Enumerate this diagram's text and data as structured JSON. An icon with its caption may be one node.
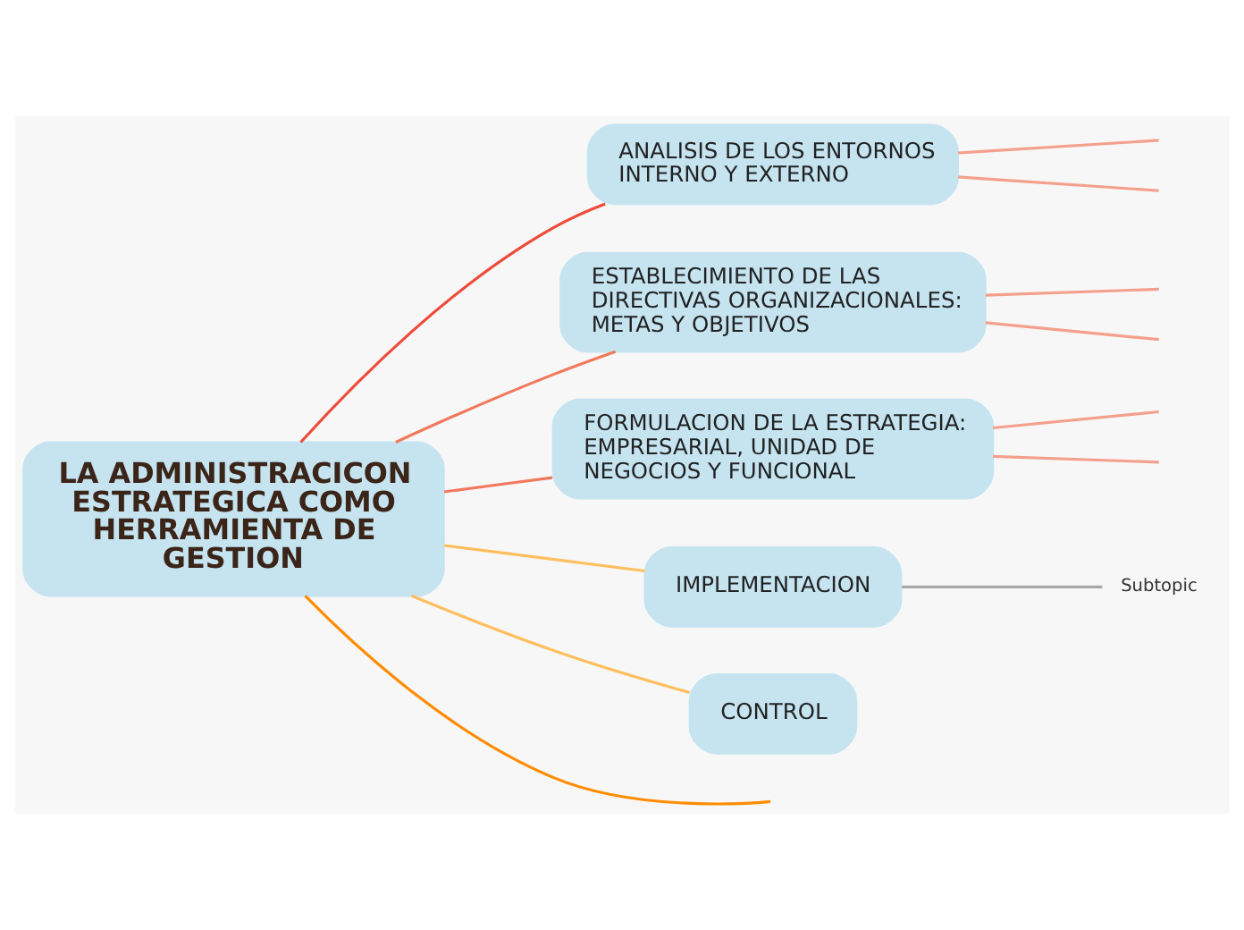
{
  "diagram": {
    "nodes": [
      {
        "text": [
          "LA ADMINISTRACICON ESTRATEGICA COMO HERRAMIENTA DE GESTION"
        ]
      },
      {
        "text": [
          "ANALISIS DE LOS ENTORNOS INTERNO Y EXTERNO"
        ]
      },
      {
        "text": [
          "ESTABLECIMIENTO DE LAS DIRECTIVAS ORGANIZACIONALES: METAS Y OBJETIVOS"
        ]
      },
      {
        "text": [
          "FORMULACION DE LA ESTRATEGIA: EMPRESARIAL, UNIDAD DE NEGOCIOS Y FUNCIONAL"
        ]
      },
      {
        "text": [
          "IMPLEMENTACION"
        ]
      },
      {
        "text": [
          "Subtopic"
        ]
      },
      {
        "text": [
          "CONTROL"
        ]
      }
    ],
    "edges": [
      {
        "from": 0,
        "to": 1,
        "arrow": "none",
        "color": "#ee4b3b"
      },
      {
        "from": 0,
        "to": 2,
        "arrow": "none",
        "color": "#f2785c"
      },
      {
        "from": 0,
        "to": 3,
        "arrow": "none",
        "color": "#f2785c"
      },
      {
        "from": 0,
        "to": 4,
        "arrow": "none",
        "color": "#ffbf5e"
      },
      {
        "from": 4,
        "to": 5,
        "arrow": "none",
        "color": "#a8a8a8"
      },
      {
        "from": 0,
        "to": 6,
        "arrow": "none",
        "color": "#ffbf5e"
      },
      {
        "from": 1,
        "to": null,
        "arrow": "none",
        "color": "#f4a08c"
      },
      {
        "from": 1,
        "to": null,
        "arrow": "none",
        "color": "#f4a08c"
      },
      {
        "from": 2,
        "to": null,
        "arrow": "none",
        "color": "#f4a08c"
      },
      {
        "from": 2,
        "to": null,
        "arrow": "none",
        "color": "#f4a08c"
      },
      {
        "from": 3,
        "to": null,
        "arrow": "none",
        "color": "#f4a08c"
      },
      {
        "from": 3,
        "to": null,
        "arrow": "none",
        "color": "#f4a08c"
      },
      {
        "from": 0,
        "to": null,
        "arrow": "none",
        "color": "#ff8c00"
      }
    ]
  }
}
